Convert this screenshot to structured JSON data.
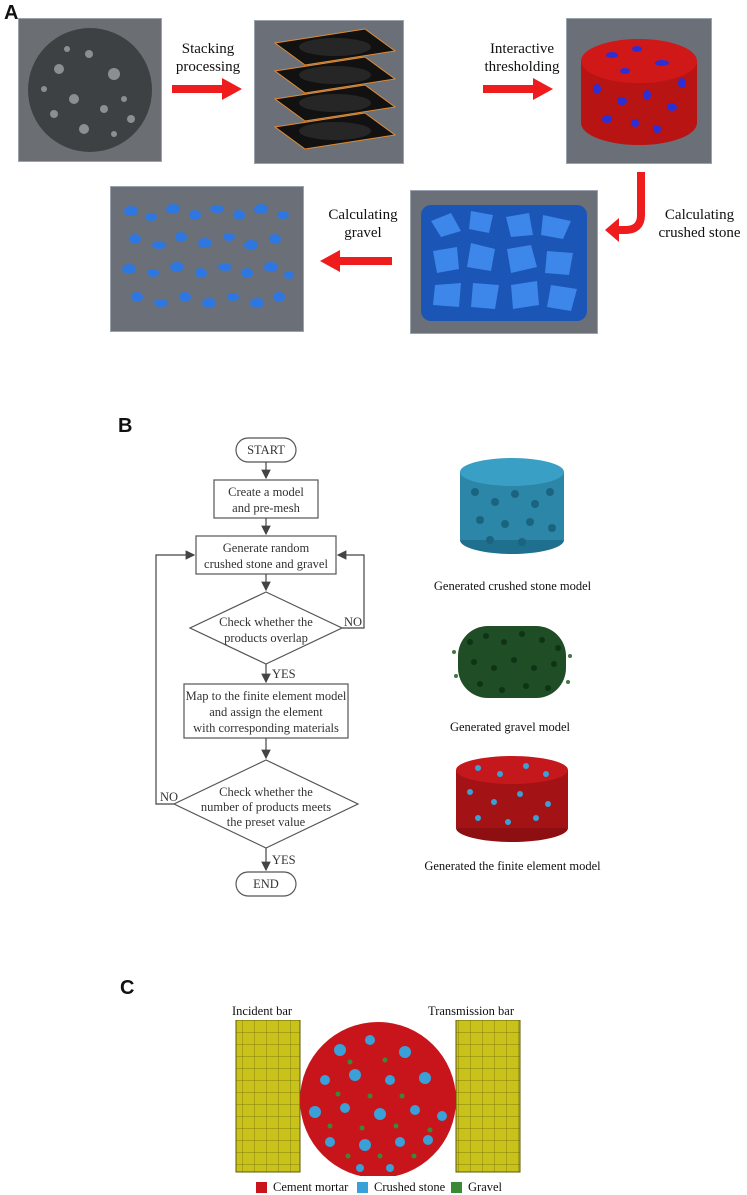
{
  "panels": {
    "a": "A",
    "b": "B",
    "c": "C"
  },
  "panel_a": {
    "steps": {
      "stacking": "Stacking\nprocessing",
      "thresholding": "Interactive\nthresholding",
      "crushed": "Calculating\ncrushed stone",
      "gravel": "Calculating\ngravel"
    }
  },
  "panel_b": {
    "flow": {
      "start": "START",
      "create": [
        "Create a model",
        "and pre-mesh"
      ],
      "generate": [
        "Generate random",
        "crushed stone and gravel"
      ],
      "check_overlap": [
        "Check whether the",
        "products overlap"
      ],
      "no1": "NO",
      "yes1": "YES",
      "map": [
        "Map to the finite element model",
        "and assign the element",
        "with corresponding materials"
      ],
      "check_count": [
        "Check whether the",
        "number of  products meets",
        "the preset value"
      ],
      "no2": "NO",
      "yes2": "YES",
      "end": "END"
    },
    "models": {
      "crushed": "Generated crushed stone model",
      "gravel": "Generated gravel model",
      "fem": "Generated the finite element model"
    }
  },
  "panel_c": {
    "incident": "Incident bar",
    "transmission": "Transmission bar",
    "legend": [
      {
        "label": "Cement mortar",
        "color": "#c8151b"
      },
      {
        "label": "Crushed stone",
        "color": "#3aa0d8"
      },
      {
        "label": "Gravel",
        "color": "#3a8a35"
      }
    ]
  },
  "colors": {
    "arrow": "#ee1c1c",
    "stone_blue": "#2f73d6",
    "mortar_red": "#b81414",
    "bar_yellow": "#c9c21a"
  }
}
